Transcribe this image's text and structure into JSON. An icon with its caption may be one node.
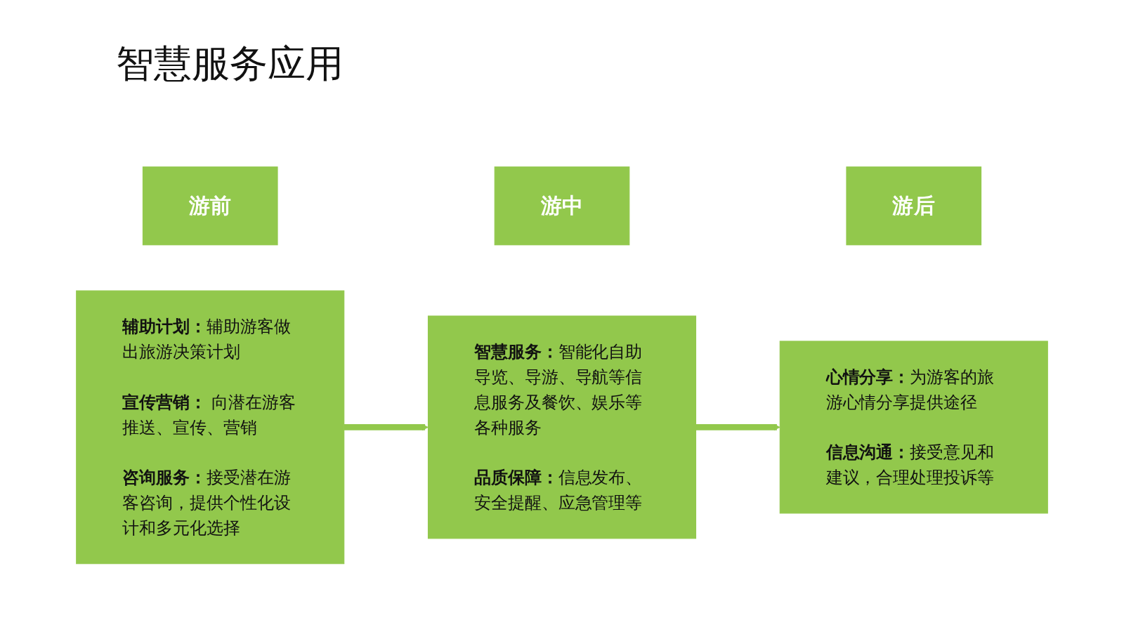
{
  "diagram": {
    "title": "智慧服务应用",
    "nodes": [
      {
        "text": [
          "游前"
        ]
      },
      {
        "text": [
          "**辅助计划：**辅助游客做出旅游决策计划",
          "**宣传营销：** 向潜在游客推送、宣传、营销",
          "**咨询服务：**接受潜在游客咨询，提供个性化设计和多元化选择"
        ]
      },
      {
        "text": [
          "游中"
        ]
      },
      {
        "text": [
          "**智慧服务：**智能化自助导览、导游、导航等信息服务及餐饮、娱乐等各种服务",
          "**品质保障：**信息发布、安全提醒、应急管理等"
        ]
      },
      {
        "text": [
          "游后"
        ]
      },
      {
        "text": [
          "**心情分享：**为游客的旅游心情分享提供途径",
          "**信息沟通：**接受意见和建议，合理处理投诉等"
        ]
      }
    ],
    "edges": [
      {
        "from": 1,
        "to": 3,
        "arrow": "to"
      },
      {
        "from": 3,
        "to": 5,
        "arrow": "to"
      }
    ]
  }
}
